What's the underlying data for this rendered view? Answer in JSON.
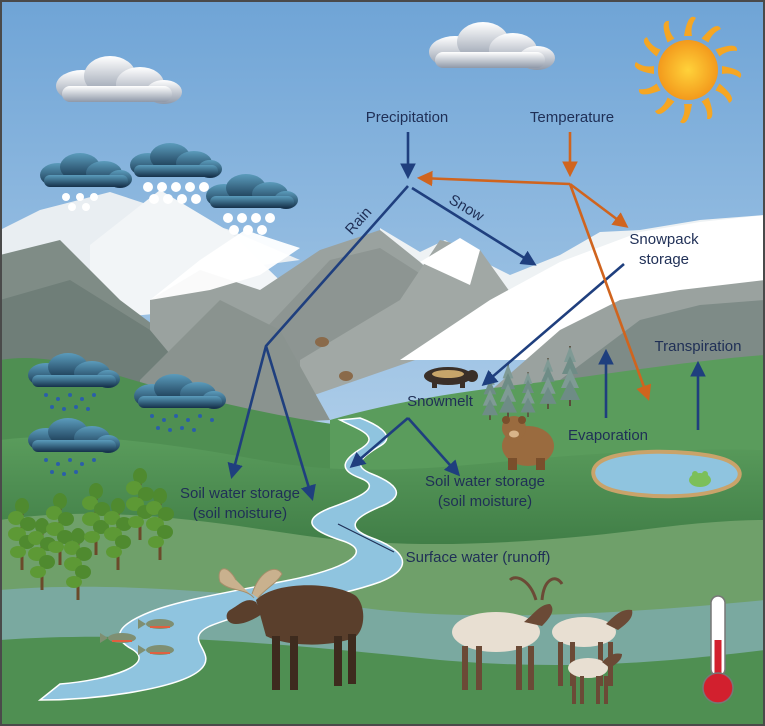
{
  "labels": {
    "precipitation": "Precipitation",
    "temperature": "Temperature",
    "rain": "Rain",
    "snow": "Snow",
    "snowpack_line1": "Snowpack",
    "snowpack_line2": "storage",
    "transpiration": "Transpiration",
    "snowmelt": "Snowmelt",
    "evaporation": "Evaporation",
    "soil_left_line1": "Soil water storage",
    "soil_left_line2": "(soil moisture)",
    "soil_right_line1": "Soil water storage",
    "soil_right_line2": "(soil moisture)",
    "surface_water": "Surface water (runoff)"
  },
  "colors": {
    "sky": "#9fc6e8",
    "snow": "#ffffff",
    "mountain": "#8f9696",
    "meadow": "#4f8f52",
    "water": "#8fc4df",
    "precipitation_arrow": "#1f3f7e",
    "temperature_arrow": "#d0641e",
    "sun": "#f5a623",
    "border": "#4a4a4a"
  },
  "icons": [
    "sun-icon",
    "cloud-icon",
    "snow-cloud-icon",
    "rain-cloud-icon",
    "moose-icon",
    "elk-icon",
    "bear-icon",
    "wolverine-icon",
    "fish-icon",
    "frog-icon",
    "tree-icon",
    "thermometer-icon"
  ]
}
